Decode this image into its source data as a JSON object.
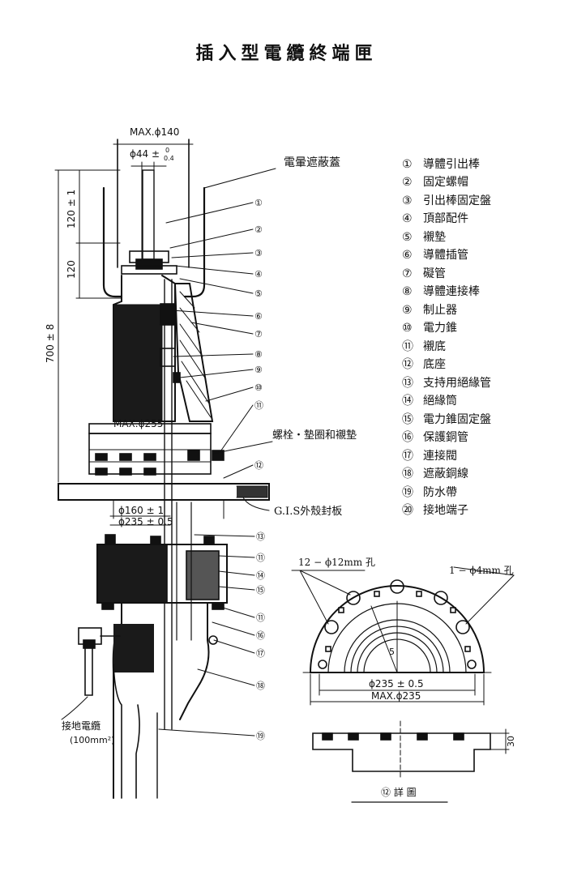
{
  "title": "插入型電纜終端匣",
  "dimensions": {
    "max_140": "MAX.ϕ140",
    "phi44": "ϕ44 ±",
    "phi44_tol_upper": "0",
    "phi44_tol_lower": "0.4",
    "d120_1": "120 ± 1",
    "d120": "120",
    "d700": "700 ± 8",
    "max_255": "MAX.ϕ255",
    "phi160": "ϕ160 ± 1",
    "phi235": "ϕ235 ± 0.5"
  },
  "callouts": {
    "shield_cover": "電暈遮蔽蓋",
    "bolt_washer": "螺栓・墊圈和襯墊",
    "gis_plate": "G.I.S外殼封板",
    "ground_wire": "接地電纜",
    "ground_wire_size": "(100mm²)"
  },
  "leader_numbers": [
    "①",
    "②",
    "③",
    "④",
    "⑤",
    "⑥",
    "⑦",
    "⑧",
    "⑨",
    "⑩",
    "⑪",
    "⑫",
    "⑬",
    "⑪",
    "⑭",
    "⑮",
    "⑪",
    "⑯",
    "⑰",
    "⑱",
    "⑲"
  ],
  "legend": [
    {
      "num": "①",
      "label": "導體引出棒"
    },
    {
      "num": "②",
      "label": "固定螺帽"
    },
    {
      "num": "③",
      "label": "引出棒固定盤"
    },
    {
      "num": "④",
      "label": "頂部配件"
    },
    {
      "num": "⑤",
      "label": "襯墊"
    },
    {
      "num": "⑥",
      "label": "導體插管"
    },
    {
      "num": "⑦",
      "label": "礙管"
    },
    {
      "num": "⑧",
      "label": "導體連接棒"
    },
    {
      "num": "⑨",
      "label": "制止器"
    },
    {
      "num": "⑩",
      "label": "電力錐"
    },
    {
      "num": "⑪",
      "label": "襯底"
    },
    {
      "num": "⑫",
      "label": "底座"
    },
    {
      "num": "⑬",
      "label": "支持用絕緣管"
    },
    {
      "num": "⑭",
      "label": "絕緣筒"
    },
    {
      "num": "⑮",
      "label": "電力錐固定盤"
    },
    {
      "num": "⑯",
      "label": "保護銅管"
    },
    {
      "num": "⑰",
      "label": "連接閥"
    },
    {
      "num": "⑱",
      "label": "遮蔽銅線"
    },
    {
      "num": "⑲",
      "label": "防水帶"
    },
    {
      "num": "⑳",
      "label": "接地端子"
    }
  ],
  "detail": {
    "holes_12": "12 − ϕ12mm 孔",
    "holes_1": "1 − ϕ4mm 孔",
    "phi235_05": "ϕ235 ± 0.5",
    "max_235": "MAX.ϕ235",
    "angle": "5",
    "dim30": "30",
    "detail_label": "⑫ 詳 圖"
  }
}
